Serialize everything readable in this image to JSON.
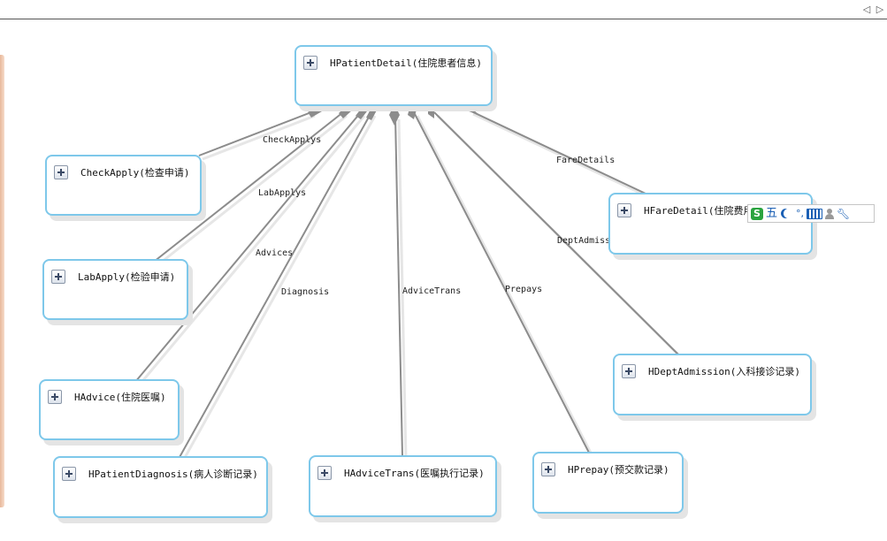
{
  "nav": {
    "prev": "◁",
    "next": "▷"
  },
  "root": {
    "label": "HPatientDetail(住院患者信息)"
  },
  "nodes": {
    "checkapply": "CheckApply(检查申请)",
    "labapply": "LabApply(检验申请)",
    "hadvice": "HAdvice(住院医嘱)",
    "hpatientdiagnosis": "HPatientDiagnosis(病人诊断记录)",
    "hadvicetrans": "HAdviceTrans(医嘱执行记录)",
    "hprepay": "HPrepay(预交款记录)",
    "hdeptadmission": "HDeptAdmission(入科接诊记录)",
    "hfaredetail": "HFareDetail(住院费用"
  },
  "edges": {
    "checkapplys": "CheckApplys",
    "labapplys": "LabApplys",
    "advices": "Advices",
    "diagnosis": "Diagnosis",
    "advicetrans": "AdviceTrans",
    "prepays": "Prepays",
    "deptadmiss": "DeptAdmiss",
    "faredetails": "FareDetails"
  },
  "ime": {
    "logo": "S",
    "mode": "五",
    "punct": "°,"
  },
  "colors": {
    "node_border": "#7ec8ea",
    "edge": "#8c8c8c",
    "ime_blue": "#1a5fb4"
  }
}
